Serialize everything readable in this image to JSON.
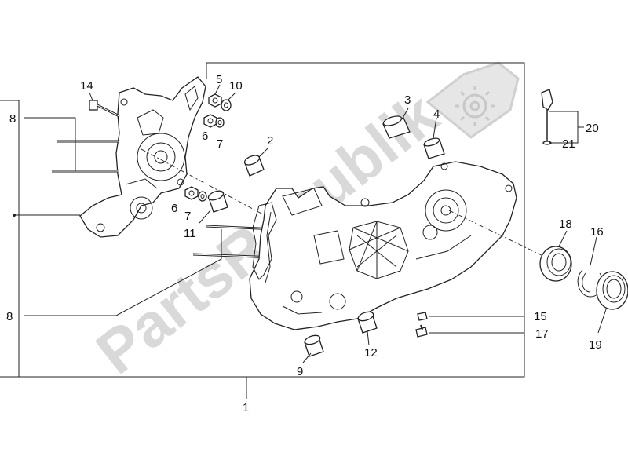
{
  "watermark": {
    "text": "PartsRepublik"
  },
  "callouts": {
    "c1": "1",
    "c2": "2",
    "c3": "3",
    "c4": "4",
    "c5": "5",
    "c6a": "6",
    "c6b": "6",
    "c7a": "7",
    "c7b": "7",
    "c8a": "8",
    "c8b": "8",
    "c9": "9",
    "c10": "10",
    "c11": "11",
    "c12": "12",
    "c14": "14",
    "c15": "15",
    "c16": "16",
    "c17": "17",
    "c18": "18",
    "c19": "19",
    "c20": "20",
    "c21": "21"
  }
}
